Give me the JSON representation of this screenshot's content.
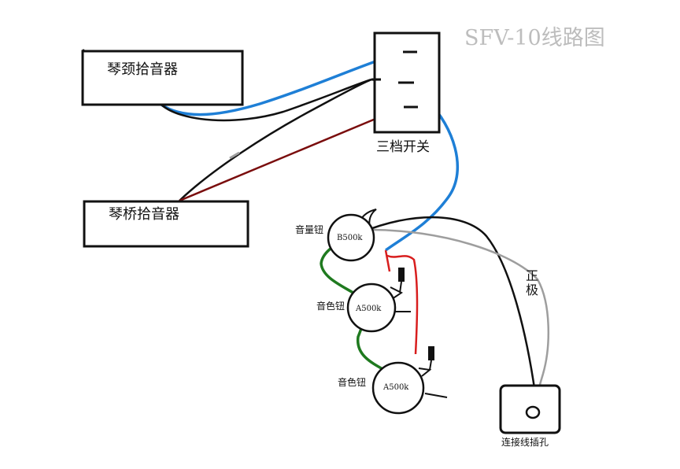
{
  "title": "SFV-10线路图",
  "components": {
    "neck_pickup": "琴颈拾音器",
    "bridge_pickup": "琴桥拾音器",
    "switch": "三档开关",
    "volume_label": "音量钮",
    "volume_value": "B500k",
    "tone1_label": "音色钮",
    "tone1_value": "A500k",
    "tone2_label": "音色钮",
    "tone2_value": "A500k",
    "positive_char1": "正",
    "positive_char2": "极",
    "jack": "连接线插孔"
  },
  "colors": {
    "blue": "#1e7fd6",
    "black": "#111111",
    "darkred": "#7a0d0d",
    "red": "#d81e1e",
    "green": "#1f7a1f",
    "gray": "#9e9e9e",
    "title": "#bdbdbd"
  }
}
